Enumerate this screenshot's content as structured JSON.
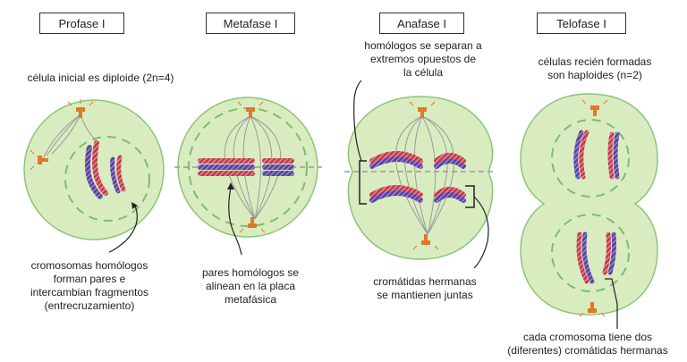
{
  "stages": [
    {
      "title": "Profase I"
    },
    {
      "title": "Metafase I"
    },
    {
      "title": "Anafase I"
    },
    {
      "title": "Telofase I"
    }
  ],
  "annotations": {
    "prophase_top": "célula inicial es diploide (2n=4)",
    "prophase_bottom_1": "cromosomas homólogos",
    "prophase_bottom_2": "forman pares e",
    "prophase_bottom_3": "intercambian fragmentos",
    "prophase_bottom_4": "(entrecruzamiento)",
    "metaphase_bottom_1": "pares homólogos se",
    "metaphase_bottom_2": "alinean en la placa",
    "metaphase_bottom_3": "metafásica",
    "anaphase_top_1": "homólogos se separan a",
    "anaphase_top_2": "extremos opuestos de",
    "anaphase_top_3": "la célula",
    "anaphase_bottom_1": "cromátidas hermanas",
    "anaphase_bottom_2": "se mantienen juntas",
    "telophase_top_1": "células recién formadas",
    "telophase_top_2": "son haploides (n=2)",
    "telophase_bottom_1": "cada cromosoma tiene dos",
    "telophase_bottom_2": "(diferentes) cromátidas hermanas"
  },
  "colors": {
    "cell_fill": "#d9ecc0",
    "cell_stroke": "#8cc47a",
    "nucleus_dash": "#7bbf6a",
    "chrom_red": "#c0394b",
    "chrom_purple": "#5a3f9c",
    "centrosome": "#e0782a",
    "spindle": "#9a9a9a"
  }
}
